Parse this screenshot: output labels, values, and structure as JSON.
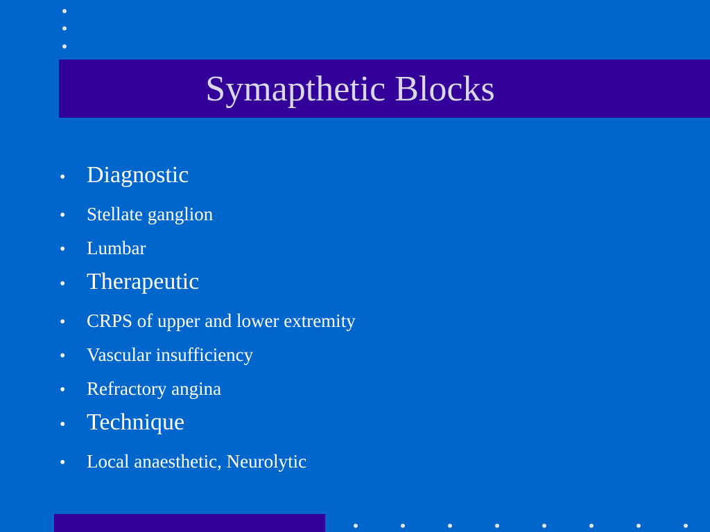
{
  "slide": {
    "title": "Symapthetic Blocks",
    "bullet_glyph": "•",
    "items": [
      {
        "text": "Diagnostic",
        "level": 1
      },
      {
        "text": "Stellate ganglion",
        "level": 2
      },
      {
        "text": "Lumbar",
        "level": 2
      },
      {
        "text": "Therapeutic",
        "level": 1
      },
      {
        "text": "CRPS of upper and lower extremity",
        "level": 2
      },
      {
        "text": "Vascular insufficiency",
        "level": 2
      },
      {
        "text": "Refractory angina",
        "level": 2
      },
      {
        "text": "Technique",
        "level": 1
      },
      {
        "text": "Local anaesthetic, Neurolytic",
        "level": 2
      }
    ]
  },
  "colors": {
    "background": "#0066CC",
    "title_bar": "#330099",
    "title_text": "#D8D8E8",
    "body_text": "#FFFFFF",
    "decor_dot": "#E6E6F0"
  }
}
